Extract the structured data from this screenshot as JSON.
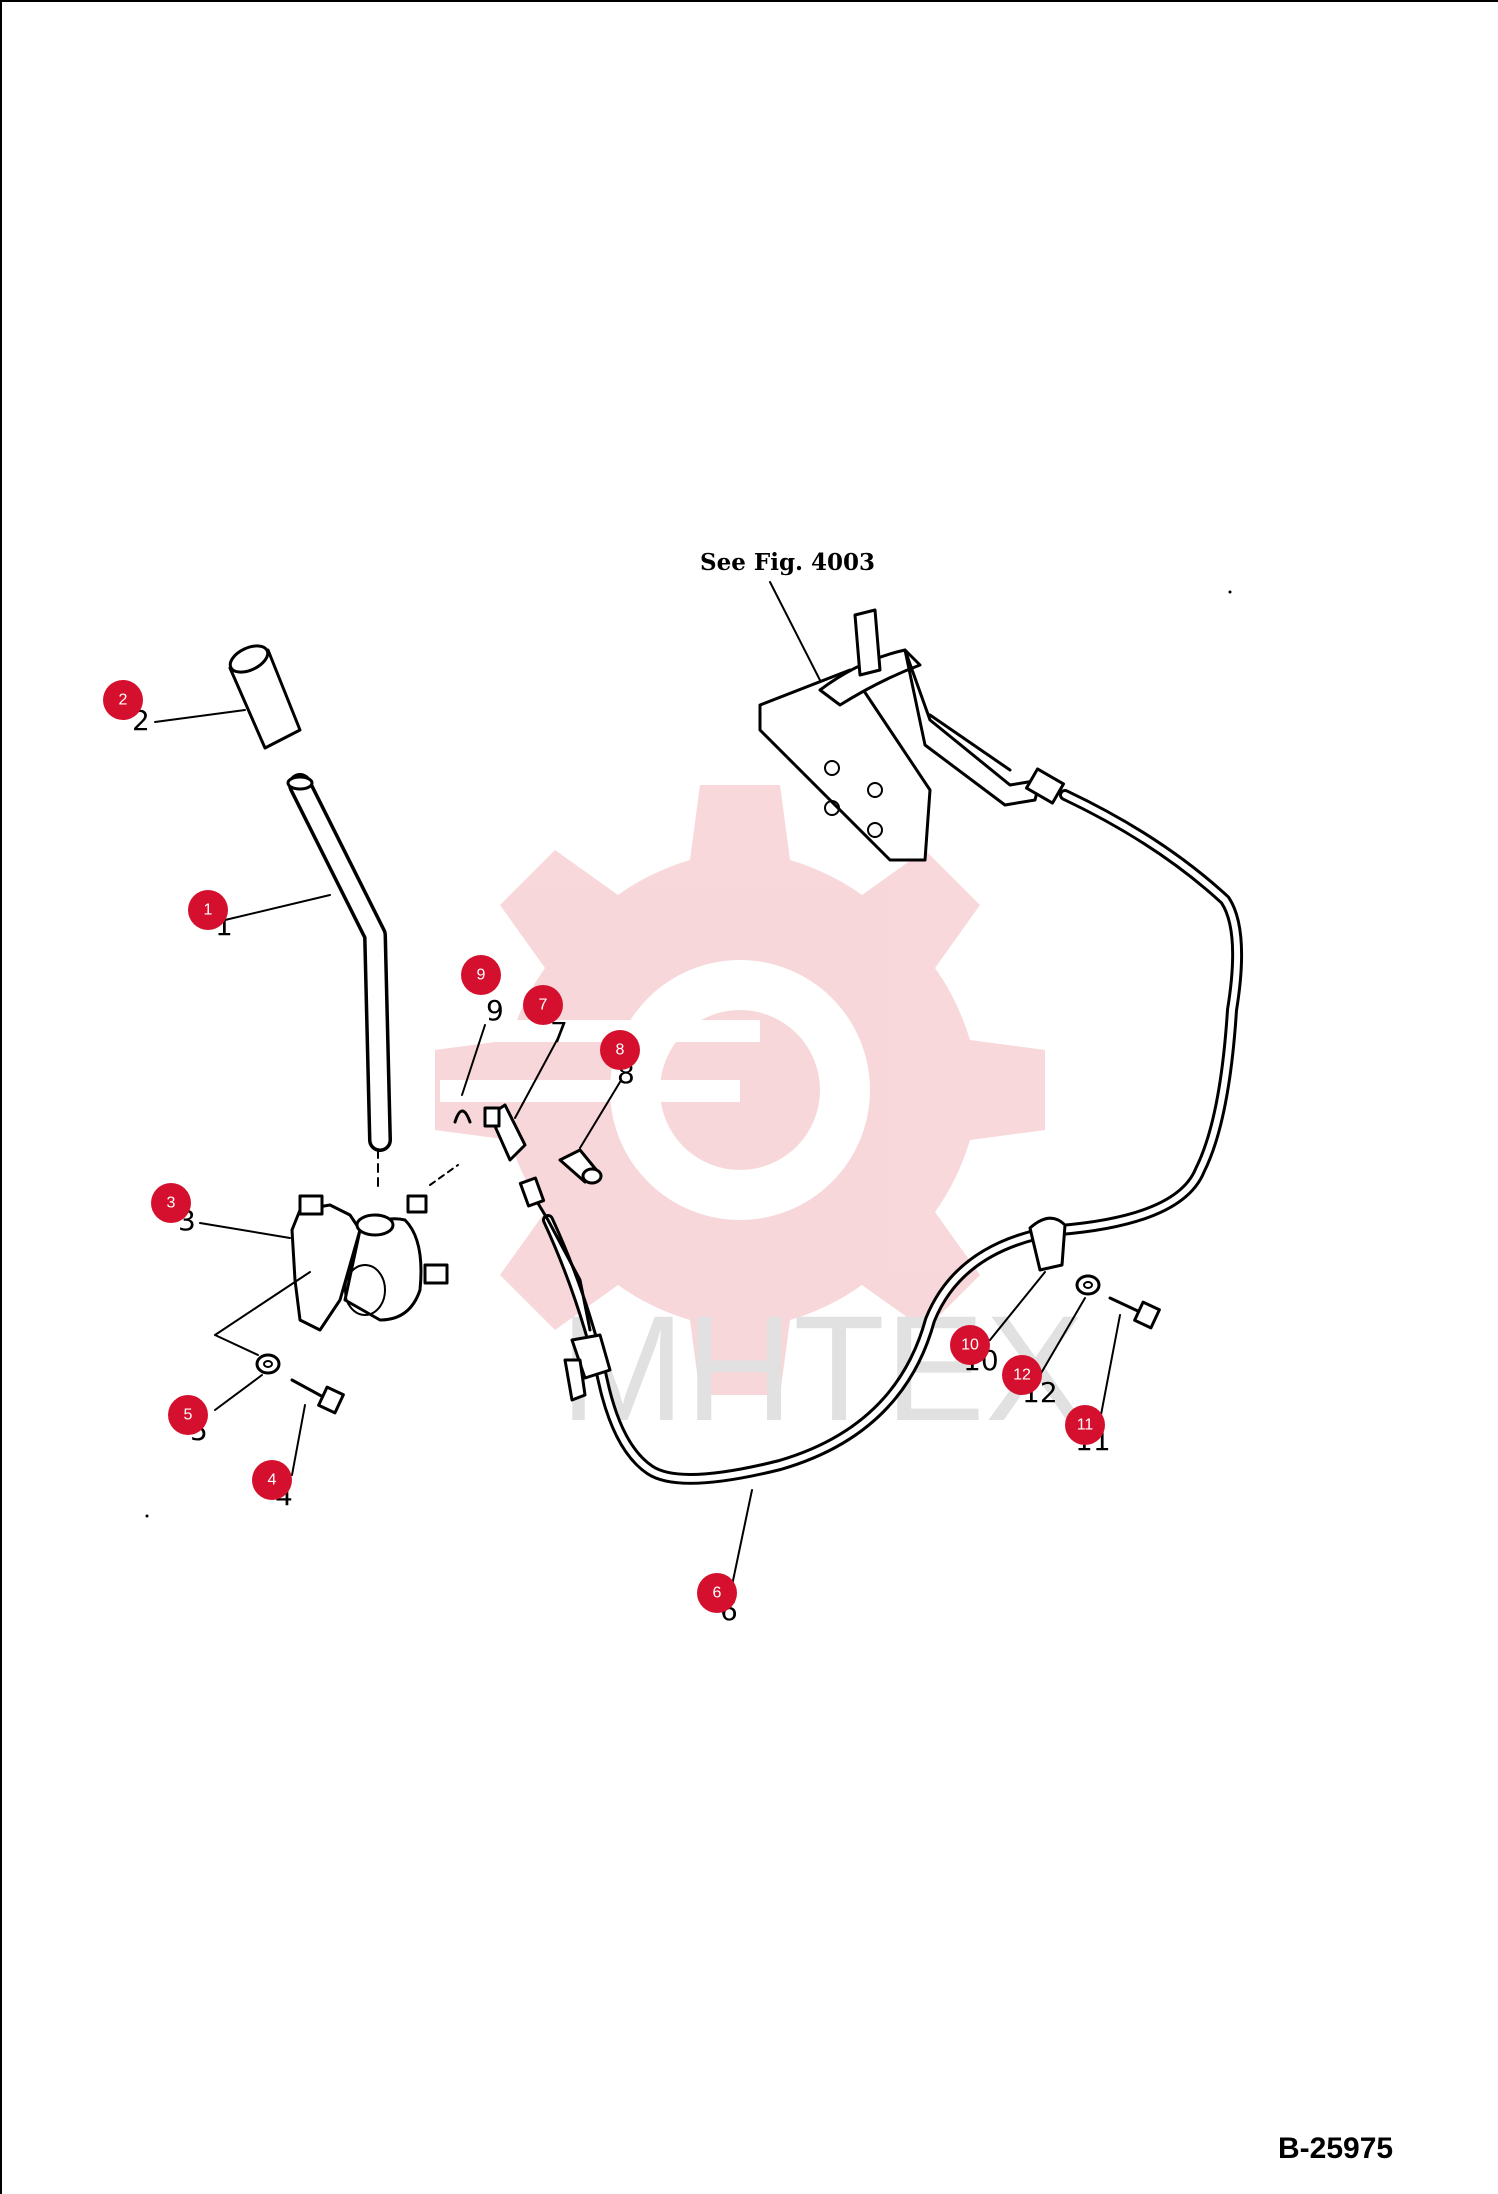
{
  "header": {
    "reference_label": "See Fig. 4003"
  },
  "footer": {
    "figure_code": "B-25975"
  },
  "watermark": {
    "text": "MHTEX",
    "color": "#f2b8bb"
  },
  "callout_color": "#d5102e",
  "callouts": [
    {
      "n": "1",
      "label": "1"
    },
    {
      "n": "2",
      "label": "2"
    },
    {
      "n": "3",
      "label": "3"
    },
    {
      "n": "4",
      "label": "4"
    },
    {
      "n": "5",
      "label": "5"
    },
    {
      "n": "6",
      "label": "6"
    },
    {
      "n": "7",
      "label": "7"
    },
    {
      "n": "8",
      "label": "8"
    },
    {
      "n": "9",
      "label": "9"
    },
    {
      "n": "10",
      "label": "10"
    },
    {
      "n": "11",
      "label": "11"
    },
    {
      "n": "12",
      "label": "12"
    }
  ],
  "drawing_numbers": [
    "1",
    "2",
    "3",
    "4",
    "5",
    "6",
    "7",
    "8",
    "9",
    "10",
    "11",
    "12"
  ]
}
